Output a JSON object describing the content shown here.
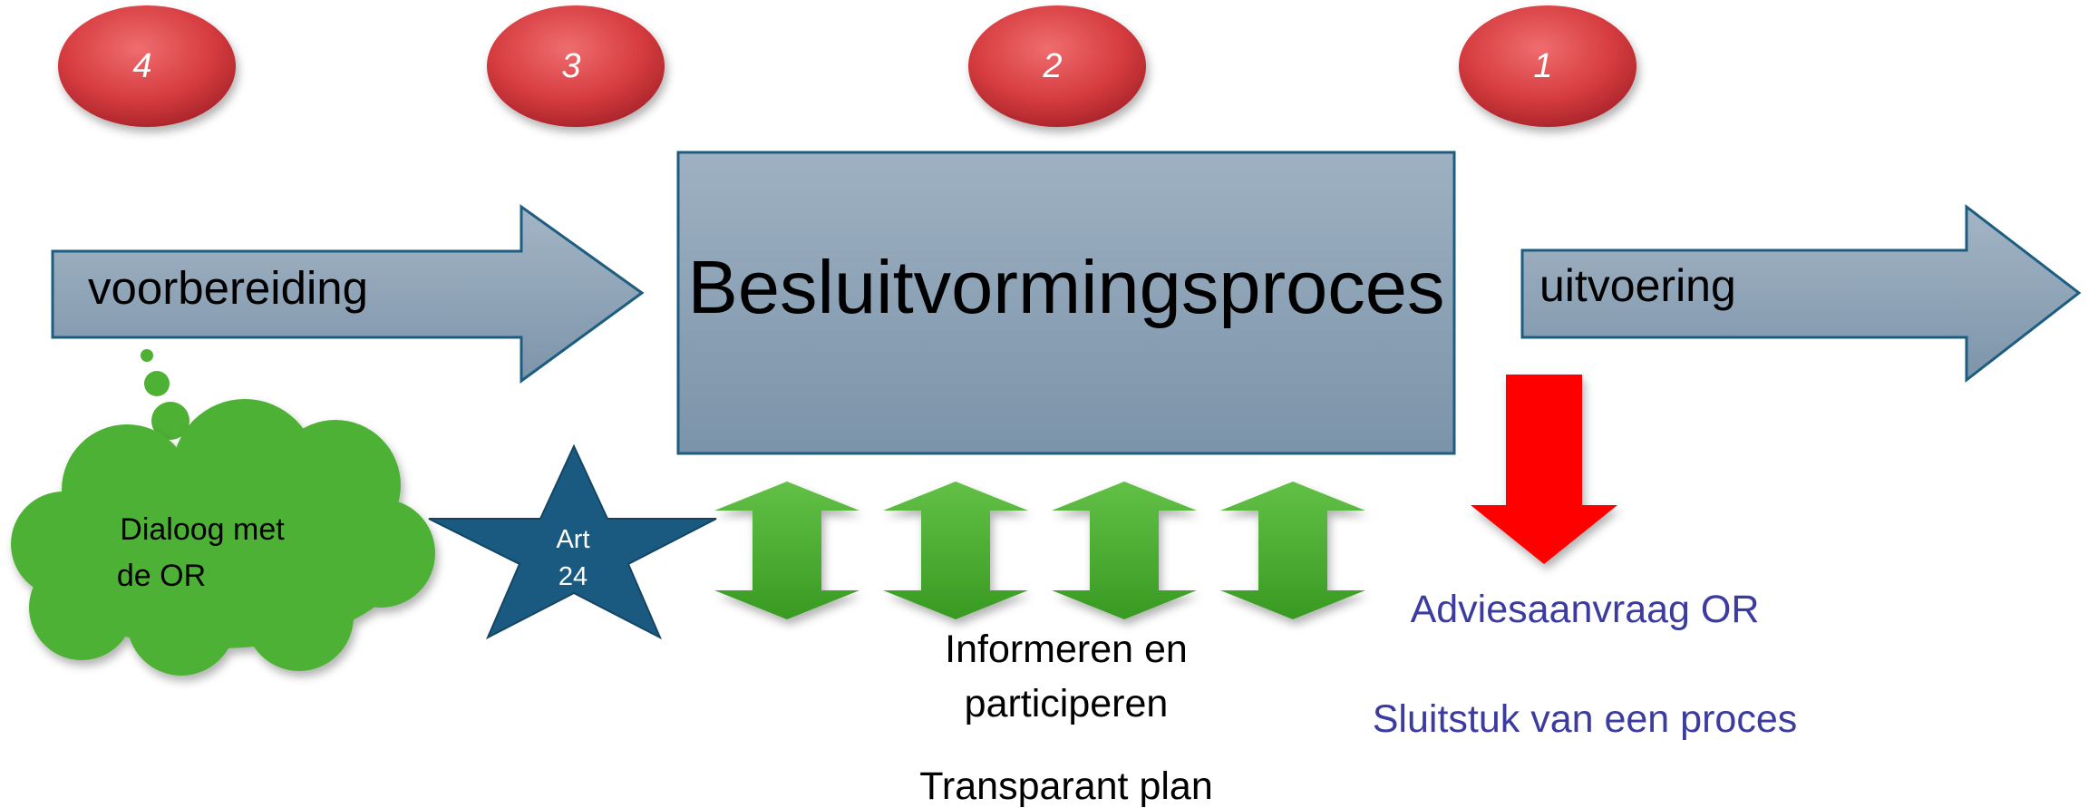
{
  "steps": [
    "4",
    "3",
    "2",
    "1"
  ],
  "phases": {
    "preparation": "voorbereiding",
    "decision": "Besluitvormingsproces",
    "execution": "uitvoering"
  },
  "cloud": {
    "line1": "Dialoog met",
    "line2": "de OR"
  },
  "star": {
    "line1": "Art",
    "line2": "24"
  },
  "participation": {
    "line1": "Informeren en",
    "line2": "participeren",
    "line3": "Transparant plan"
  },
  "advice": {
    "line1": "Adviesaanvraag OR",
    "line2": "Sluitstuk van een proces"
  },
  "colors": {
    "step_disc": "#d0393d",
    "arrow_fill": "#8fa3b6",
    "arrow_stroke": "#1d5e80",
    "cloud": "#4db134",
    "star": "#1a5a80",
    "double_arrow": "#46a82d",
    "advice_arrow": "#ff0000",
    "advice_text": "#3b3ba0"
  }
}
